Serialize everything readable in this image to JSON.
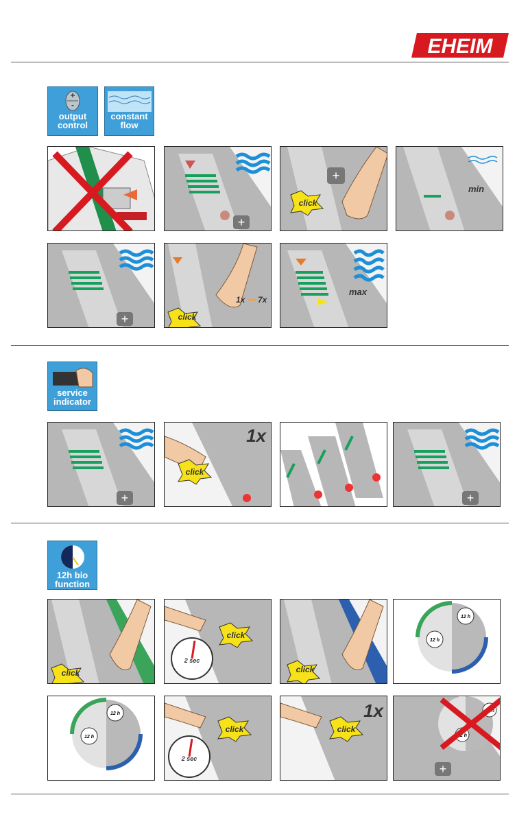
{
  "brand": "EHEIM",
  "sections": {
    "output": {
      "label1": "output",
      "label2": "control",
      "flow1": "constant",
      "flow2": "flow"
    },
    "service": {
      "label1": "service",
      "label2": "indicator"
    },
    "bio": {
      "label1": "12h bio",
      "label2": "function"
    }
  },
  "annotations": {
    "click": "click",
    "min": "min",
    "max": "max",
    "one_x": "1x",
    "seven_x": "7x",
    "one_x_big": "1x",
    "two_sec": "2 sec",
    "twelve_h": "12 h"
  },
  "colors": {
    "brand_red": "#d71920",
    "accent_blue": "#3f9fd9",
    "led_green": "#17a05d",
    "wave_blue": "#1d8fd8"
  }
}
